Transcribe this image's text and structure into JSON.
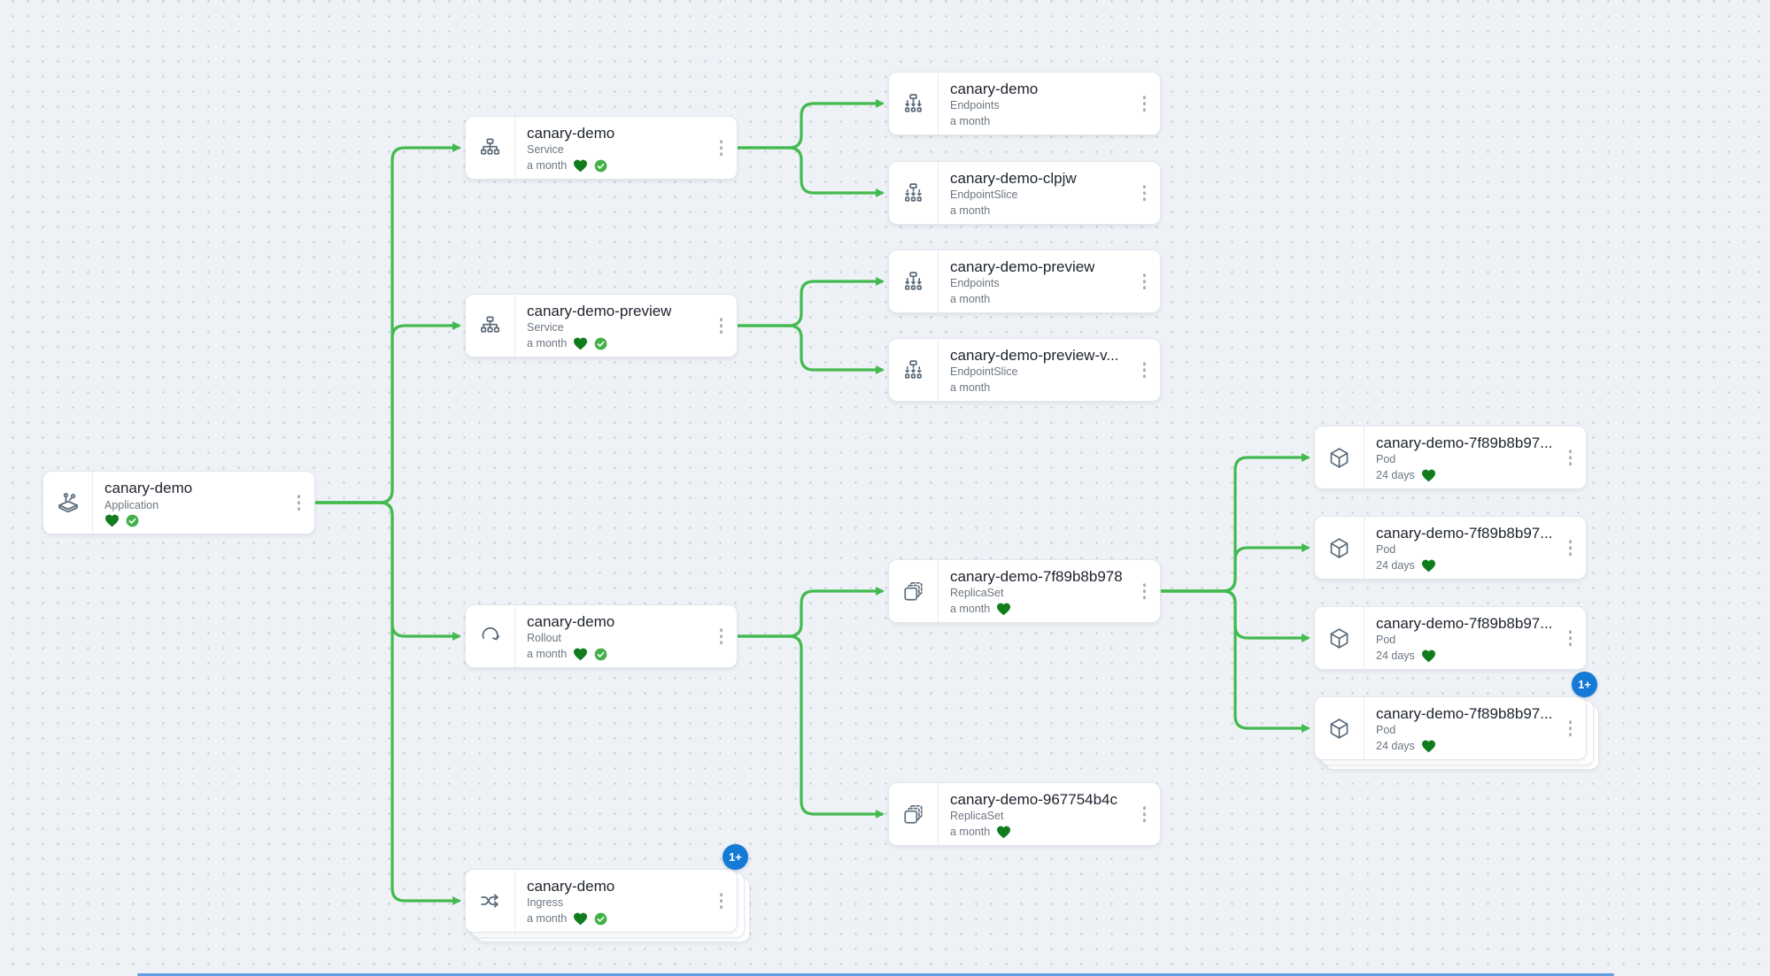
{
  "app_view": "argo-cd-resource-tree",
  "colors": {
    "edge_green": "#43ba4f",
    "heart_green": "#117c1b",
    "check_green": "#43b049",
    "badge_blue": "#147ad6",
    "canvas_background": "#eef2f6"
  },
  "nodes": [
    {
      "id": "app",
      "name": "canary-demo",
      "kind": "Application",
      "age": "",
      "health": [
        "heart",
        "check"
      ],
      "icon": "application-icon"
    },
    {
      "id": "svc1",
      "name": "canary-demo",
      "kind": "Service",
      "age": "a month",
      "health": [
        "heart",
        "check"
      ],
      "icon": "service-icon"
    },
    {
      "id": "svc2",
      "name": "canary-demo-preview",
      "kind": "Service",
      "age": "a month",
      "health": [
        "heart",
        "check"
      ],
      "icon": "service-icon"
    },
    {
      "id": "rollout",
      "name": "canary-demo",
      "kind": "Rollout",
      "age": "a month",
      "health": [
        "heart",
        "check"
      ],
      "icon": "rollout-icon"
    },
    {
      "id": "ingress",
      "name": "canary-demo",
      "kind": "Ingress",
      "age": "a month",
      "health": [
        "heart",
        "check"
      ],
      "icon": "ingress-icon",
      "badge": "1+",
      "stacked": true
    },
    {
      "id": "ep1",
      "name": "canary-demo",
      "kind": "Endpoints",
      "age": "a month",
      "health": [],
      "icon": "endpoints-icon"
    },
    {
      "id": "eps1",
      "name": "canary-demo-clpjw",
      "kind": "EndpointSlice",
      "age": "a month",
      "health": [],
      "icon": "endpointslice-icon"
    },
    {
      "id": "ep2",
      "name": "canary-demo-preview",
      "kind": "Endpoints",
      "age": "a month",
      "health": [],
      "icon": "endpoints-icon"
    },
    {
      "id": "eps2",
      "name": "canary-demo-preview-v...",
      "kind": "EndpointSlice",
      "age": "a month",
      "health": [],
      "icon": "endpointslice-icon"
    },
    {
      "id": "rs1",
      "name": "canary-demo-7f89b8b978",
      "kind": "ReplicaSet",
      "age": "a month",
      "health": [
        "heart"
      ],
      "icon": "replicaset-icon"
    },
    {
      "id": "rs2",
      "name": "canary-demo-967754b4c",
      "kind": "ReplicaSet",
      "age": "a month",
      "health": [
        "heart"
      ],
      "icon": "replicaset-icon"
    },
    {
      "id": "pod1",
      "name": "canary-demo-7f89b8b97...",
      "kind": "Pod",
      "age": "24 days",
      "health": [
        "heart"
      ],
      "icon": "pod-icon"
    },
    {
      "id": "pod2",
      "name": "canary-demo-7f89b8b97...",
      "kind": "Pod",
      "age": "24 days",
      "health": [
        "heart"
      ],
      "icon": "pod-icon"
    },
    {
      "id": "pod3",
      "name": "canary-demo-7f89b8b97...",
      "kind": "Pod",
      "age": "24 days",
      "health": [
        "heart"
      ],
      "icon": "pod-icon"
    },
    {
      "id": "pod4",
      "name": "canary-demo-7f89b8b97...",
      "kind": "Pod",
      "age": "24 days",
      "health": [
        "heart"
      ],
      "icon": "pod-icon",
      "badge": "1+",
      "stacked": true
    }
  ],
  "edges": [
    [
      "app",
      "svc1"
    ],
    [
      "app",
      "svc2"
    ],
    [
      "app",
      "rollout"
    ],
    [
      "app",
      "ingress"
    ],
    [
      "svc1",
      "ep1"
    ],
    [
      "svc1",
      "eps1"
    ],
    [
      "svc2",
      "ep2"
    ],
    [
      "svc2",
      "eps2"
    ],
    [
      "rollout",
      "rs1"
    ],
    [
      "rollout",
      "rs2"
    ],
    [
      "rs1",
      "pod1"
    ],
    [
      "rs1",
      "pod2"
    ],
    [
      "rs1",
      "pod3"
    ],
    [
      "rs1",
      "pod4"
    ]
  ]
}
